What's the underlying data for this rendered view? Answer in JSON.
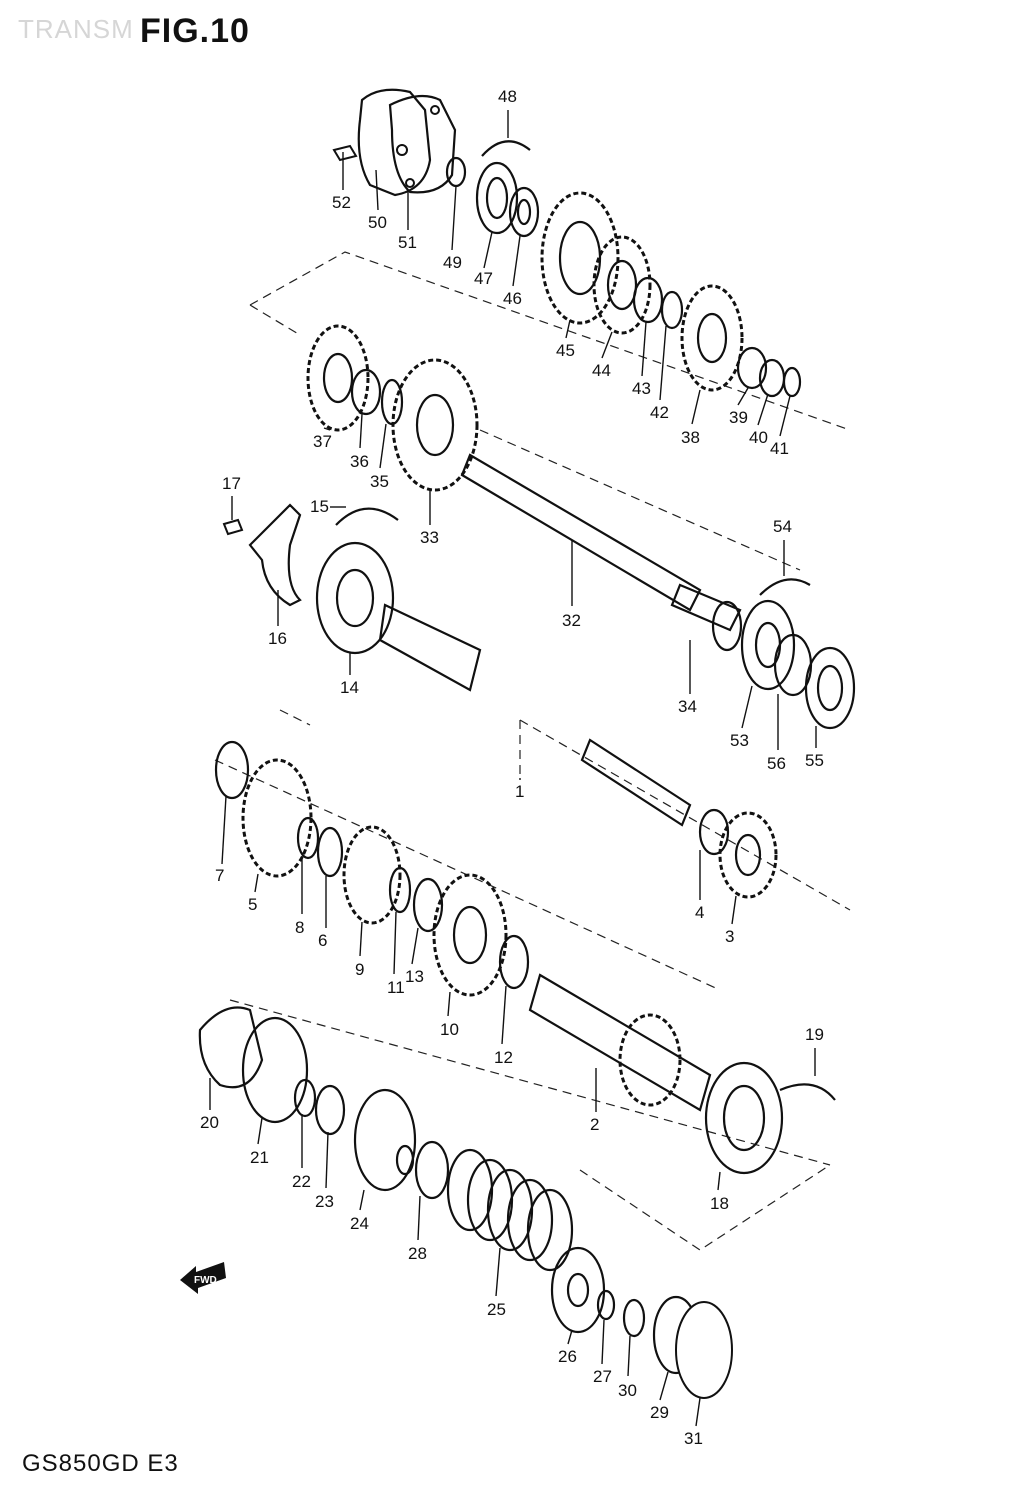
{
  "header": {
    "ghost_text": "TRANSM",
    "figure_label": "FIG.10"
  },
  "footer": {
    "model_code": "GS850GD E3"
  },
  "parts": [
    {
      "id": "p52",
      "label": "52"
    },
    {
      "id": "p50",
      "label": "50"
    },
    {
      "id": "p51",
      "label": "51"
    },
    {
      "id": "p49",
      "label": "49"
    },
    {
      "id": "p48",
      "label": "48"
    },
    {
      "id": "p47",
      "label": "47"
    },
    {
      "id": "p46",
      "label": "46"
    },
    {
      "id": "p45",
      "label": "45"
    },
    {
      "id": "p44",
      "label": "44"
    },
    {
      "id": "p43",
      "label": "43"
    },
    {
      "id": "p42",
      "label": "42"
    },
    {
      "id": "p38",
      "label": "38"
    },
    {
      "id": "p39",
      "label": "39"
    },
    {
      "id": "p40",
      "label": "40"
    },
    {
      "id": "p41",
      "label": "41"
    },
    {
      "id": "p37",
      "label": "37"
    },
    {
      "id": "p36",
      "label": "36"
    },
    {
      "id": "p35",
      "label": "35"
    },
    {
      "id": "p33",
      "label": "33"
    },
    {
      "id": "p17",
      "label": "17"
    },
    {
      "id": "p15",
      "label": "15"
    },
    {
      "id": "p16",
      "label": "16"
    },
    {
      "id": "p14",
      "label": "14"
    },
    {
      "id": "p32",
      "label": "32"
    },
    {
      "id": "p54",
      "label": "54"
    },
    {
      "id": "p34",
      "label": "34"
    },
    {
      "id": "p53a",
      "label": "53"
    },
    {
      "id": "p56",
      "label": "56"
    },
    {
      "id": "p53b",
      "label": "55"
    },
    {
      "id": "p1",
      "label": "1"
    },
    {
      "id": "p7",
      "label": "7"
    },
    {
      "id": "p5",
      "label": "5"
    },
    {
      "id": "p8",
      "label": "8"
    },
    {
      "id": "p6",
      "label": "6"
    },
    {
      "id": "p9",
      "label": "9"
    },
    {
      "id": "p11",
      "label": "11"
    },
    {
      "id": "p13",
      "label": "13"
    },
    {
      "id": "p10",
      "label": "10"
    },
    {
      "id": "p12",
      "label": "12"
    },
    {
      "id": "p4",
      "label": "4"
    },
    {
      "id": "p3",
      "label": "3"
    },
    {
      "id": "p19",
      "label": "19"
    },
    {
      "id": "p2",
      "label": "2"
    },
    {
      "id": "p18",
      "label": "18"
    },
    {
      "id": "p20",
      "label": "20"
    },
    {
      "id": "p21",
      "label": "21"
    },
    {
      "id": "p22",
      "label": "22"
    },
    {
      "id": "p23",
      "label": "23"
    },
    {
      "id": "p24",
      "label": "24"
    },
    {
      "id": "p28",
      "label": "28"
    },
    {
      "id": "p25",
      "label": "25"
    },
    {
      "id": "p26",
      "label": "26"
    },
    {
      "id": "p27",
      "label": "27"
    },
    {
      "id": "p30",
      "label": "30"
    },
    {
      "id": "p29",
      "label": "29"
    },
    {
      "id": "p31",
      "label": "31"
    }
  ],
  "fwd_arrow": {
    "text": "FWD"
  }
}
